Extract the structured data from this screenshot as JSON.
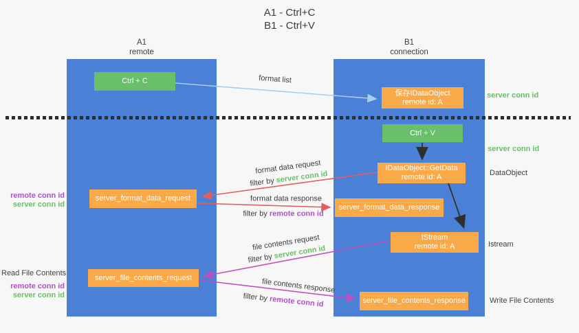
{
  "title": {
    "line1": "A1 - Ctrl+C",
    "line2": "B1 - Ctrl+V"
  },
  "lanes": {
    "left": {
      "title": "A1",
      "subtitle": "remote"
    },
    "right": {
      "title": "B1",
      "subtitle": "connection"
    }
  },
  "nodes": {
    "ctrl_c": {
      "label": "Ctrl + C"
    },
    "save_dataobject": {
      "line1": "保存IDataObject",
      "line2": "remote id: A"
    },
    "ctrl_v": {
      "label": "Ctrl + V"
    },
    "getdata": {
      "line1": "IDataObject::GetData",
      "line2": "remote id: A"
    },
    "istream": {
      "line1": "IStream",
      "line2": "remote id: A"
    },
    "format_request": {
      "label": "server_format_data_request"
    },
    "format_response": {
      "label": "server_format_data_response"
    },
    "file_request": {
      "label": "server_file_contents_request"
    },
    "file_response": {
      "label": "server_file_contents_response"
    }
  },
  "arrow_labels": {
    "format_list": "format list",
    "format_data_request": "format data request",
    "format_data_response": "format data response",
    "file_contents_request": "file contents request",
    "file_contents_response": "file contents response",
    "filter_by": "filter by",
    "server_conn_id": "server conn id",
    "remote_conn_id": "remote conn id"
  },
  "side_labels": {
    "server_conn_id_top": "server conn id",
    "server_conn_id_mid": "server conn id",
    "dataobject": "DataObject",
    "istream": "Istream",
    "write_file_contents": "Write File Contents",
    "read_file_contents": "Read File Contents",
    "left_remote_conn_id": "remote conn id",
    "left_server_conn_id": "server conn id"
  },
  "colors": {
    "lane_blue": "#4a80d6",
    "node_green": "#6abf69",
    "node_orange": "#f9a947",
    "arrow_lightblue": "#a9cdec",
    "arrow_red": "#e25f5f",
    "arrow_magenta": "#bf4fbf",
    "arrow_black": "#2f2f2f",
    "label_green": "#6abf69",
    "label_purple": "#b050c8",
    "text_dark": "#3d3d3d",
    "background": "#f7f7f7"
  }
}
